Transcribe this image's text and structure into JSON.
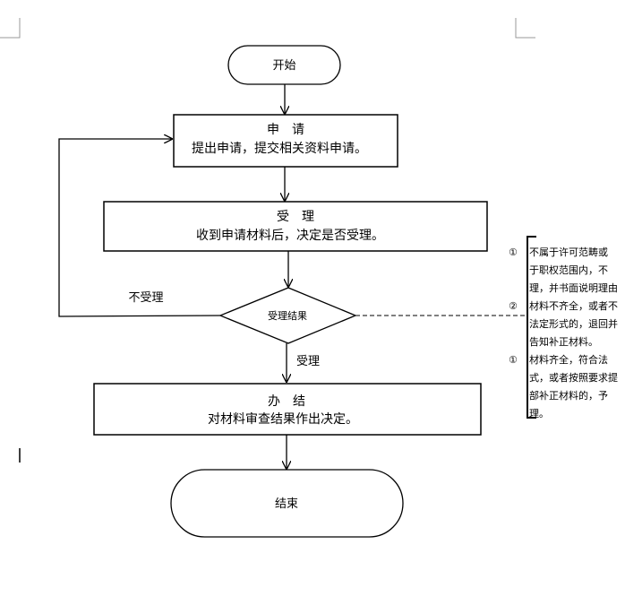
{
  "flowchart": {
    "start": "开始",
    "apply": {
      "title": "申　请",
      "text": "提出申请，提交相关资料申请。"
    },
    "accept": {
      "title": "受　理",
      "text": "收到申请材料后，决定是否受理。"
    },
    "decision": "受理结果",
    "reject_label": "不受理",
    "accept_label": "受理",
    "complete": {
      "title": "办　结",
      "text": "对材料审查结果作出决定。"
    },
    "end": "结束"
  },
  "notes": [
    {
      "marker": "①",
      "lines": [
        "不属于许可范畴或",
        "于职权范围内，不",
        "理，并书面说明理由"
      ]
    },
    {
      "marker": "②",
      "lines": [
        "材料不齐全，或者不",
        "法定形式的，退回并",
        "告知补正材料。"
      ]
    },
    {
      "marker": "①",
      "lines": [
        "材料齐全，符合法",
        "式，或者按照要求提",
        "部补正材料的，予",
        "理。"
      ]
    }
  ]
}
